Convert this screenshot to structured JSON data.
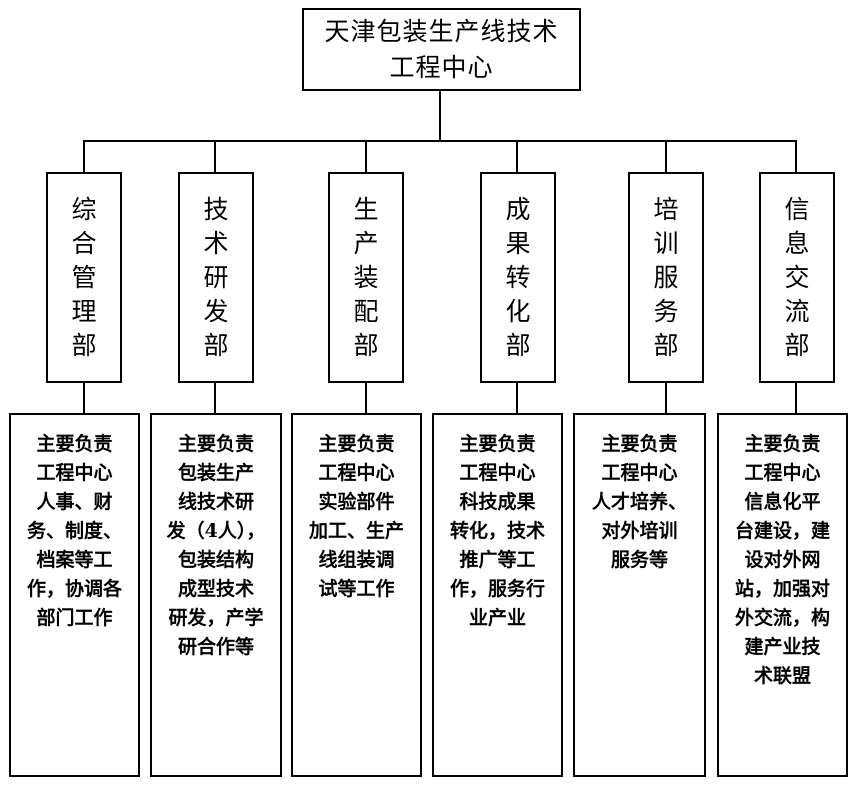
{
  "title": {
    "lines": [
      "天津包装生产线技术",
      "工程中心"
    ]
  },
  "departments": [
    {
      "name": [
        "综",
        "合",
        "管",
        "理",
        "部"
      ],
      "description": [
        "主要负责",
        "工程中心",
        "人事、财",
        "务、制度、",
        "档案等工",
        "作，协调各",
        "部门工作"
      ]
    },
    {
      "name": [
        "技",
        "术",
        "研",
        "发",
        "部"
      ],
      "description": [
        "主要负责",
        "包装生产",
        "线技术研",
        "发（4人），",
        "包装结构",
        "成型技术",
        "研发，产学",
        "研合作等"
      ]
    },
    {
      "name": [
        "生",
        "产",
        "装",
        "配",
        "部"
      ],
      "description": [
        "主要负责",
        "工程中心",
        "实验部件",
        "加工、生产",
        "线组装调",
        "试等工作"
      ]
    },
    {
      "name": [
        "成",
        "果",
        "转",
        "化",
        "部"
      ],
      "description": [
        "主要负责",
        "工程中心",
        "科技成果",
        "转化，技术",
        "推广等工",
        "作，服务行",
        "业产业"
      ]
    },
    {
      "name": [
        "培",
        "训",
        "服",
        "务",
        "部"
      ],
      "description": [
        "主要负责",
        "工程中心",
        "人才培养、",
        "对外培训",
        "服务等"
      ]
    },
    {
      "name": [
        "信",
        "息",
        "交",
        "流",
        "部"
      ],
      "description": [
        "主要负责",
        "工程中心",
        "信息化平",
        "台建设，建",
        "设对外网",
        "站，加强对",
        "外交流，构",
        "建产业技",
        "术联盟"
      ]
    }
  ]
}
